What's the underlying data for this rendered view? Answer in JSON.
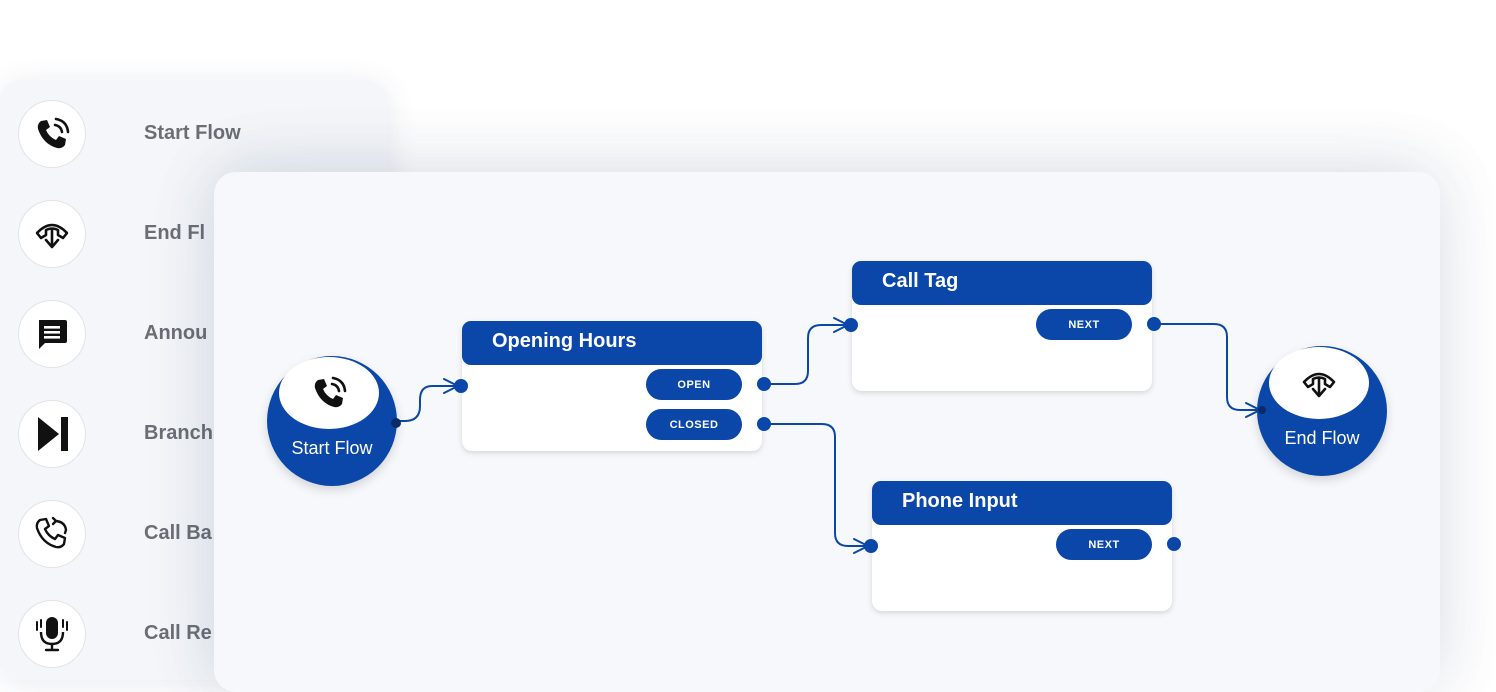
{
  "palette": {
    "items": [
      {
        "label": "Start Flow",
        "icon": "phone-ringing-icon"
      },
      {
        "label": "End Fl",
        "icon": "hangup-download-icon"
      },
      {
        "label": "Annou",
        "icon": "message-icon"
      },
      {
        "label": "Branch",
        "icon": "skip-next-icon"
      },
      {
        "label": "Call Ba",
        "icon": "callback-icon"
      },
      {
        "label": "Call Re",
        "icon": "microphone-icon"
      }
    ]
  },
  "flow": {
    "start_node": {
      "label": "Start Flow",
      "icon": "phone-ringing-icon"
    },
    "end_node": {
      "label": "End Flow",
      "icon": "hangup-download-icon"
    },
    "opening_hours": {
      "title": "Opening Hours",
      "outputs": [
        "OPEN",
        "CLOSED"
      ]
    },
    "call_tag": {
      "title": "Call Tag",
      "outputs": [
        "NEXT"
      ]
    },
    "phone_input": {
      "title": "Phone Input",
      "outputs": [
        "NEXT"
      ]
    }
  },
  "colors": {
    "accent": "#0a47a8",
    "palette_label": "#6b6f75",
    "canvas_bg": "#f7f8fb",
    "palette_bg": "#f4f6f9"
  }
}
